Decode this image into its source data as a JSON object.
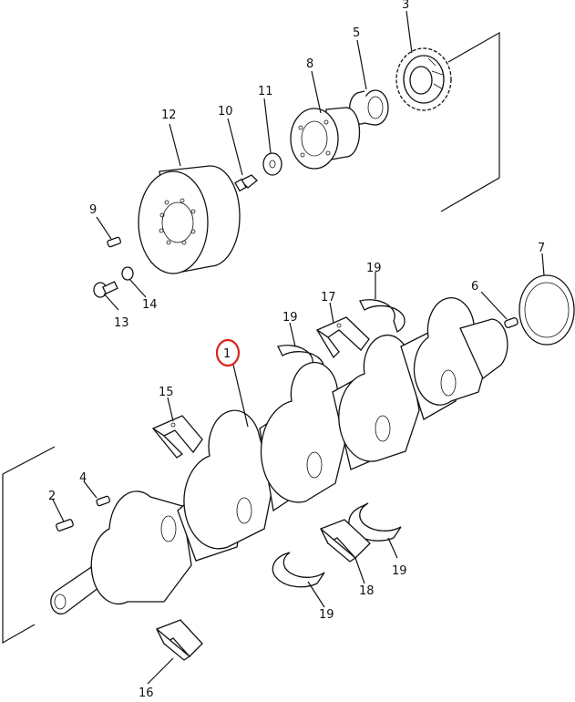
{
  "diagram": {
    "highlight_color": "#d9241c",
    "line_color": "#111111",
    "callouts": [
      {
        "id": "c1",
        "label": "1",
        "highlighted": true
      },
      {
        "id": "c2",
        "label": "2"
      },
      {
        "id": "c3",
        "label": "3"
      },
      {
        "id": "c4",
        "label": "4"
      },
      {
        "id": "c5",
        "label": "5"
      },
      {
        "id": "c6",
        "label": "6"
      },
      {
        "id": "c7",
        "label": "7"
      },
      {
        "id": "c8",
        "label": "8"
      },
      {
        "id": "c9",
        "label": "9"
      },
      {
        "id": "c10",
        "label": "10"
      },
      {
        "id": "c11",
        "label": "11"
      },
      {
        "id": "c12",
        "label": "12"
      },
      {
        "id": "c13",
        "label": "13"
      },
      {
        "id": "c14",
        "label": "14"
      },
      {
        "id": "c15",
        "label": "15"
      },
      {
        "id": "c16",
        "label": "16"
      },
      {
        "id": "c17",
        "label": "17"
      },
      {
        "id": "c18",
        "label": "18"
      },
      {
        "id": "c19a",
        "label": "19"
      },
      {
        "id": "c19b",
        "label": "19"
      },
      {
        "id": "c19c",
        "label": "19"
      },
      {
        "id": "c19d",
        "label": "19"
      }
    ]
  }
}
